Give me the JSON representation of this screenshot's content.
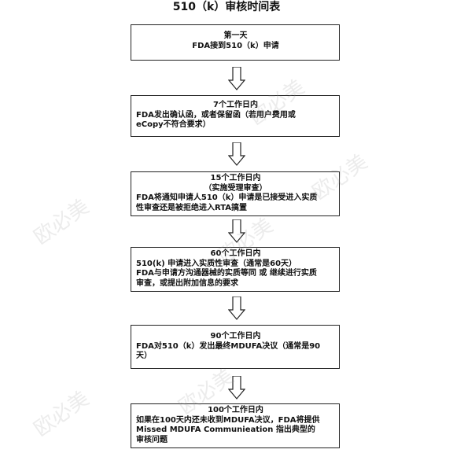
{
  "title": "510（k）审核时间表",
  "steps": [
    {
      "heading": "第一天",
      "lines": [
        "FDA接到510（k）申请"
      ]
    },
    {
      "heading": "7个工作日内",
      "lines": [
        "FDA发出确认函，或者保留函（若用户费用或",
        "eCopy不符合要求）"
      ]
    },
    {
      "heading": "15个工作日内",
      "sub": "（实施受理审查）",
      "lines": [
        "FDA将通知申请人510（k）申请是已接受进入实质",
        "性审查还是被拒绝进入RTA搞置"
      ]
    },
    {
      "heading": "60个工作日内",
      "lines": [
        "510(k) 申请进入实质性审查（通常是60天）",
        "FDA与申请方沟通器械的实质等同 或 继续进行实质",
        "审查，或提出附加信息的要求"
      ]
    },
    {
      "heading": "90个工作日内",
      "lines": [
        "FDA对510（k）发出最终MDUFA决议（通常是90",
        "天）"
      ]
    },
    {
      "heading": "100个工作日内",
      "lines": [
        "如果在100天内还未收到MDUFA决议，FDA将提供",
        "Missed MDUFA Communieation 指出典型的",
        "审核问题"
      ]
    }
  ],
  "watermark": "欧必美",
  "colors": {
    "border": "#222222",
    "text": "#111111",
    "arrow_stroke": "#222222",
    "arrow_fill": "#ffffff"
  }
}
